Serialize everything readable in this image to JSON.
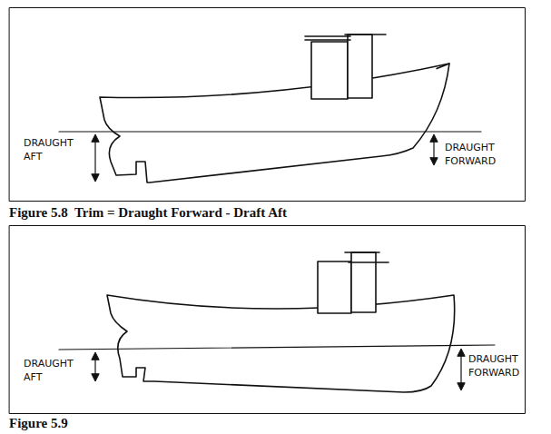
{
  "diagram": {
    "labels": [
      "DRAUGHT AFT",
      "DRAUGHT FORWARD",
      "Figure 5.8  Trim = Draught Forward - Draft Aft",
      "DRAUGHT AFT",
      "DRAUGHT FORWARD",
      "Figure 5.9"
    ]
  }
}
